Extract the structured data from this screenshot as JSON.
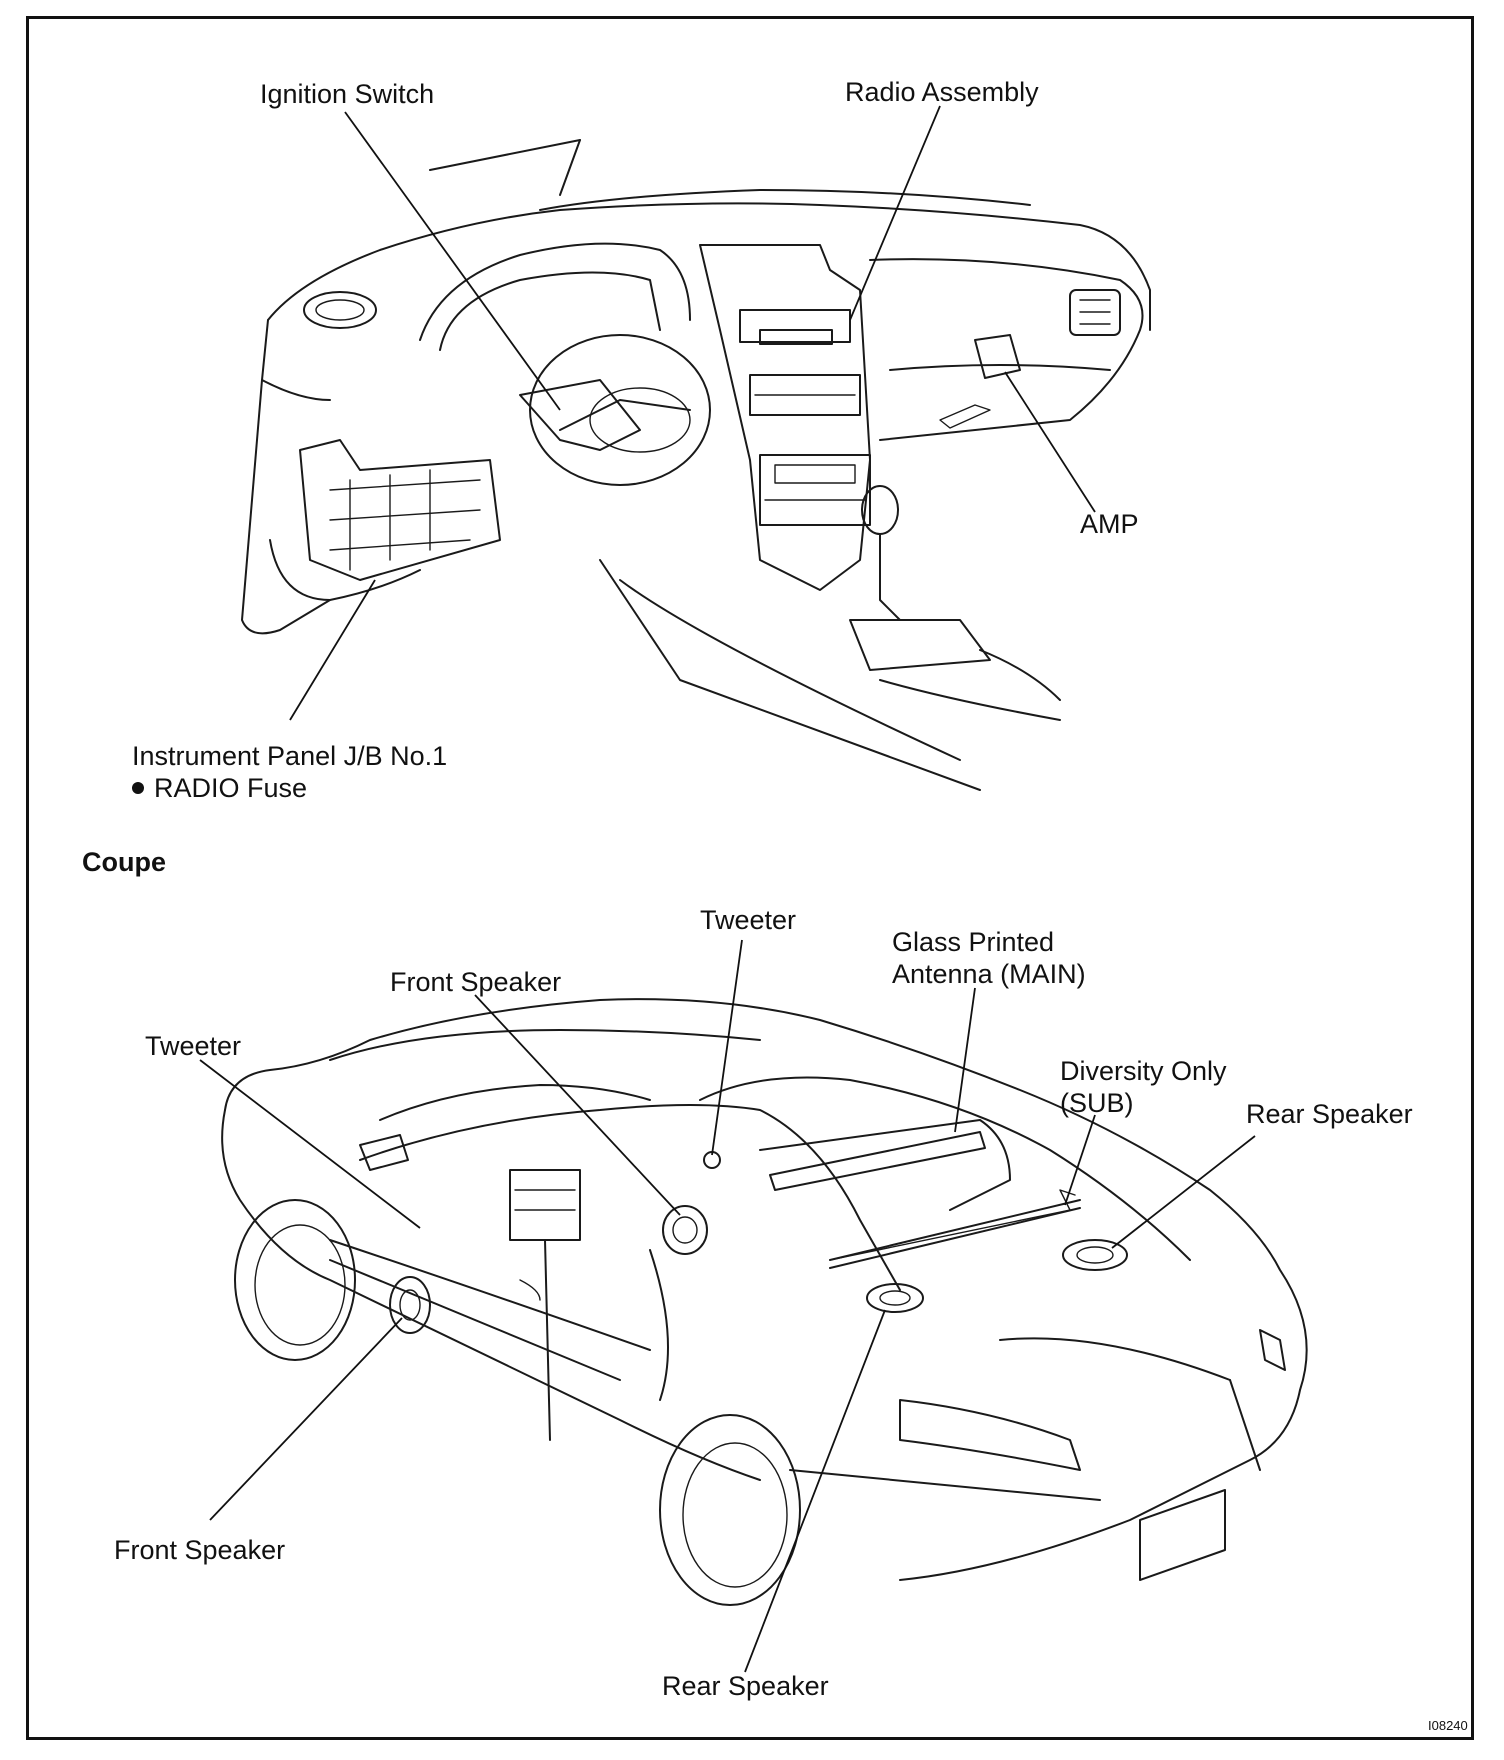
{
  "labels": {
    "ignition_switch": "Ignition Switch",
    "radio_assembly": "Radio Assembly",
    "amp": "AMP",
    "jb_line1": "Instrument Panel J/B No.1",
    "jb_line2": "RADIO Fuse",
    "coupe": "Coupe",
    "tweeter_top": "Tweeter",
    "glass_line1": "Glass Printed",
    "glass_line2": "Antenna (MAIN)",
    "front_speaker_top": "Front Speaker",
    "tweeter_left": "Tweeter",
    "diversity_line1": "Diversity Only",
    "diversity_line2": "(SUB)",
    "rear_speaker_right": "Rear Speaker",
    "front_speaker_bottom": "Front Speaker",
    "rear_speaker_bottom": "Rear Speaker"
  },
  "figure_code": "I08240"
}
